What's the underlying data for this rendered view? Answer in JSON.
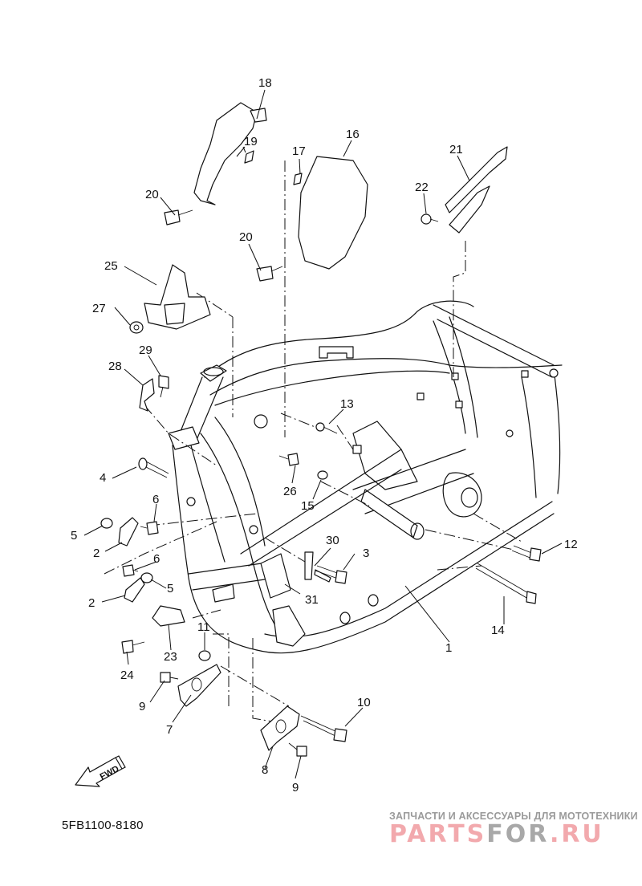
{
  "diagram": {
    "title": "Frame",
    "code": "5FB1100-8180",
    "orientation_marker": "FWD",
    "callouts": [
      {
        "id": "c1",
        "label": "1"
      },
      {
        "id": "c2a",
        "label": "2"
      },
      {
        "id": "c2b",
        "label": "2"
      },
      {
        "id": "c3",
        "label": "3"
      },
      {
        "id": "c4",
        "label": "4"
      },
      {
        "id": "c5a",
        "label": "5"
      },
      {
        "id": "c5b",
        "label": "5"
      },
      {
        "id": "c6a",
        "label": "6"
      },
      {
        "id": "c6b",
        "label": "6"
      },
      {
        "id": "c7",
        "label": "7"
      },
      {
        "id": "c8",
        "label": "8"
      },
      {
        "id": "c9a",
        "label": "9"
      },
      {
        "id": "c9b",
        "label": "9"
      },
      {
        "id": "c10",
        "label": "10"
      },
      {
        "id": "c11",
        "label": "11"
      },
      {
        "id": "c12",
        "label": "12"
      },
      {
        "id": "c13",
        "label": "13"
      },
      {
        "id": "c14",
        "label": "14"
      },
      {
        "id": "c15",
        "label": "15"
      },
      {
        "id": "c16",
        "label": "16"
      },
      {
        "id": "c17",
        "label": "17"
      },
      {
        "id": "c18",
        "label": "18"
      },
      {
        "id": "c19",
        "label": "19"
      },
      {
        "id": "c20a",
        "label": "20"
      },
      {
        "id": "c20b",
        "label": "20"
      },
      {
        "id": "c21",
        "label": "21"
      },
      {
        "id": "c22",
        "label": "22"
      },
      {
        "id": "c23",
        "label": "23"
      },
      {
        "id": "c24",
        "label": "24"
      },
      {
        "id": "c25",
        "label": "25"
      },
      {
        "id": "c26",
        "label": "26"
      },
      {
        "id": "c27",
        "label": "27"
      },
      {
        "id": "c28",
        "label": "28"
      },
      {
        "id": "c29",
        "label": "29"
      },
      {
        "id": "c30",
        "label": "30"
      },
      {
        "id": "c31",
        "label": "31"
      }
    ]
  },
  "watermark": {
    "tagline": "ЗАПЧАСТИ И АКСЕССУАРЫ ДЛЯ МОТОТЕХНИКИ",
    "brand_part1": "PARTS",
    "brand_part2": "FOR",
    "brand_part3": ".RU",
    "colors": {
      "pink": "#f2a9ad",
      "gray": "#a8a8a8"
    }
  }
}
